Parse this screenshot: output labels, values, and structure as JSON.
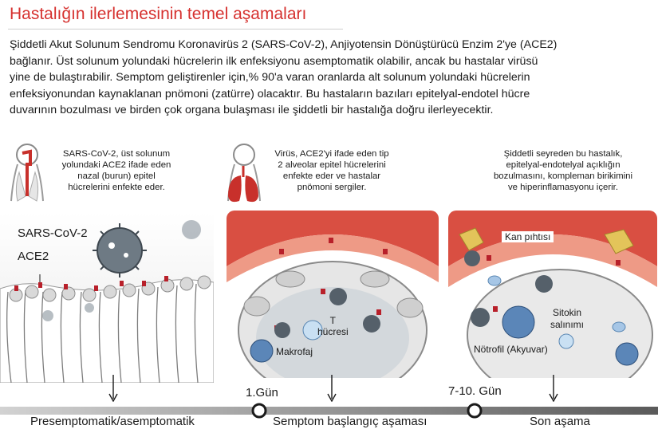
{
  "title": "Hastalığın ilerlemesinin temel aşamaları",
  "intro_lines": [
    "Şiddetli Akut Solunum Sendromu Koronavirüs 2 (SARS-CoV-2), Anjiyotensin Dönüştürücü Enzim 2'ye (ACE2)",
    "bağlanır. Üst solunum yolundaki hücrelerin ilk enfeksiyonu asemptomatik olabilir, ancak bu hastalar virüsü",
    "yine de bulaştırabilir. Semptom geliştirenler için,% 90'a varan oranlarda alt solunum yolundaki hücrelerin",
    "enfeksiyonundan kaynaklanan pnömoni (zatürre) olacaktır. Bu hastaların bazıları epitelyal-endotel hücre",
    "duvarının bozulması ve birden çok organa bulaşması ile şiddetli bir hastalığa doğru ilerleyecektir."
  ],
  "panels": [
    {
      "caption": [
        "SARS-CoV-2, üst solunum",
        "yolundaki ACE2 ifade eden",
        "nazal (burun) epitel",
        "hücrelerini enfekte eder."
      ],
      "labels": {
        "virus": "SARS-CoV-2",
        "receptor": "ACE2"
      }
    },
    {
      "caption": [
        "Virüs, ACE2'yi ifade eden tip",
        "2 alveolar epitel hücrelerini",
        "enfekte eder ve hastalar",
        "pnömoni sergiler."
      ],
      "labels": {
        "tcell": "T\nhücresi",
        "macrophage": "Makrofaj"
      }
    },
    {
      "caption": [
        "Şiddetli seyreden bu hastalık,",
        "epitelyal-endotelyal açıklığın",
        "bozulmasını, kompleman birikimini",
        "ve hiperinflamasyonu içerir."
      ],
      "labels": {
        "clot": "Kan pıhtısı",
        "cytokine": "Sitokin\nsalınımı",
        "neutrophil": "Nötrofil (Akyuvar)"
      }
    }
  ],
  "timeline": {
    "days": [
      "1.Gün",
      "7-10. Gün"
    ],
    "stages": [
      "Presemptomatik/asemptomatik",
      "Semptom başlangıç aşaması",
      "Son aşama"
    ]
  },
  "colors": {
    "title": "#d6312f",
    "tissue": "#e8917f",
    "vessel": "#c9473e",
    "lung": "#c8302b",
    "virus": "#55606a",
    "receptor": "#b8202a"
  }
}
